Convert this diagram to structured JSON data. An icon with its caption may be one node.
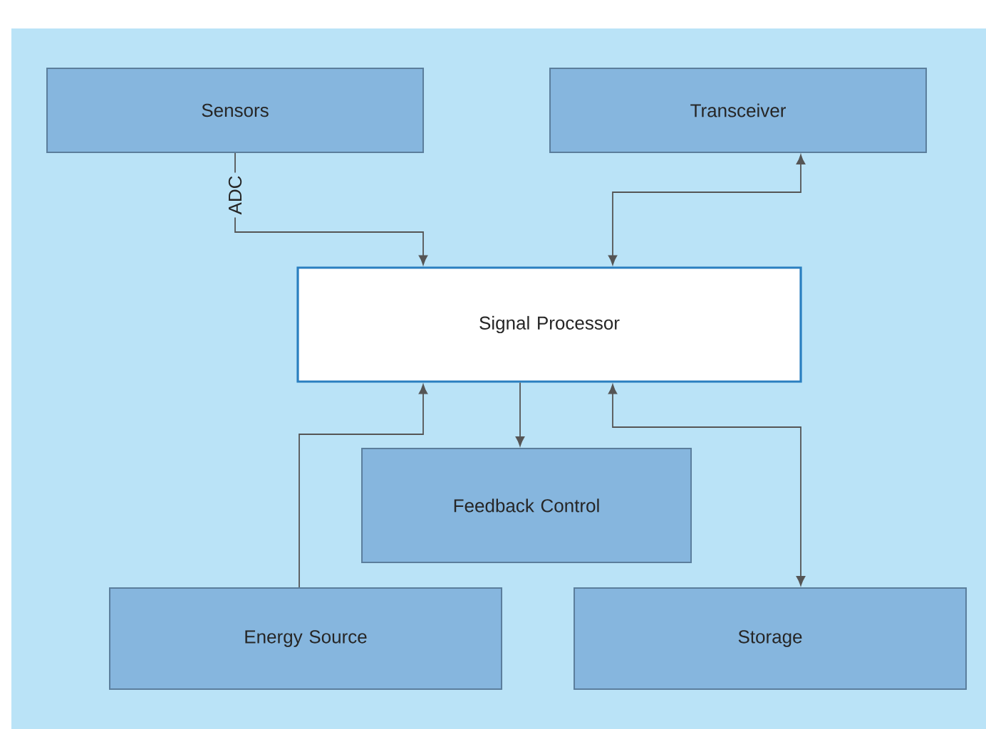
{
  "diagram": {
    "nodes": [
      {
        "text": [
          "Sensors"
        ]
      },
      {
        "text": [
          "Transceiver"
        ]
      },
      {
        "text": [
          "Signal Processor"
        ]
      },
      {
        "text": [
          "Feedback Control"
        ]
      },
      {
        "text": [
          "Energy Source"
        ]
      },
      {
        "text": [
          "Storage"
        ]
      }
    ],
    "edges": [
      {
        "from": 0,
        "to": 2,
        "arrow": "to",
        "label": "ADC"
      },
      {
        "from": 2,
        "to": 1,
        "arrow": "both"
      },
      {
        "from": 2,
        "to": 3,
        "arrow": "to"
      },
      {
        "from": 4,
        "to": 2,
        "arrow": "to"
      },
      {
        "from": 2,
        "to": 5,
        "arrow": "both"
      }
    ]
  }
}
